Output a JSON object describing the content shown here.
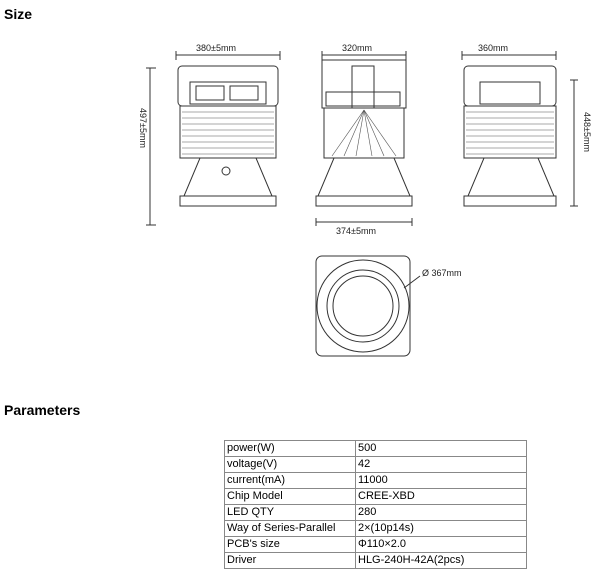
{
  "sections": {
    "size_title": "Size",
    "parameters_title": "Parameters"
  },
  "drawing": {
    "front_width": "380±5mm",
    "side_width": "320mm",
    "back_width": "360mm",
    "height_total": "497±5mm",
    "height_body": "448±5mm",
    "base_width": "374±5mm",
    "diameter": "Ø 367mm"
  },
  "parameters": [
    {
      "name": "power(W)",
      "value": "500"
    },
    {
      "name": "voltage(V)",
      "value": "42"
    },
    {
      "name": "current(mA)",
      "value": "11000"
    },
    {
      "name": "Chip Model",
      "value": "CREE-XBD"
    },
    {
      "name": "LED QTY",
      "value": "280"
    },
    {
      "name": "Way of Series-Parallel",
      "value": "2×(10p14s)"
    },
    {
      "name": "PCB's size",
      "value": "Φ110×2.0"
    },
    {
      "name": "Driver",
      "value": "HLG-240H-42A(2pcs)"
    }
  ]
}
